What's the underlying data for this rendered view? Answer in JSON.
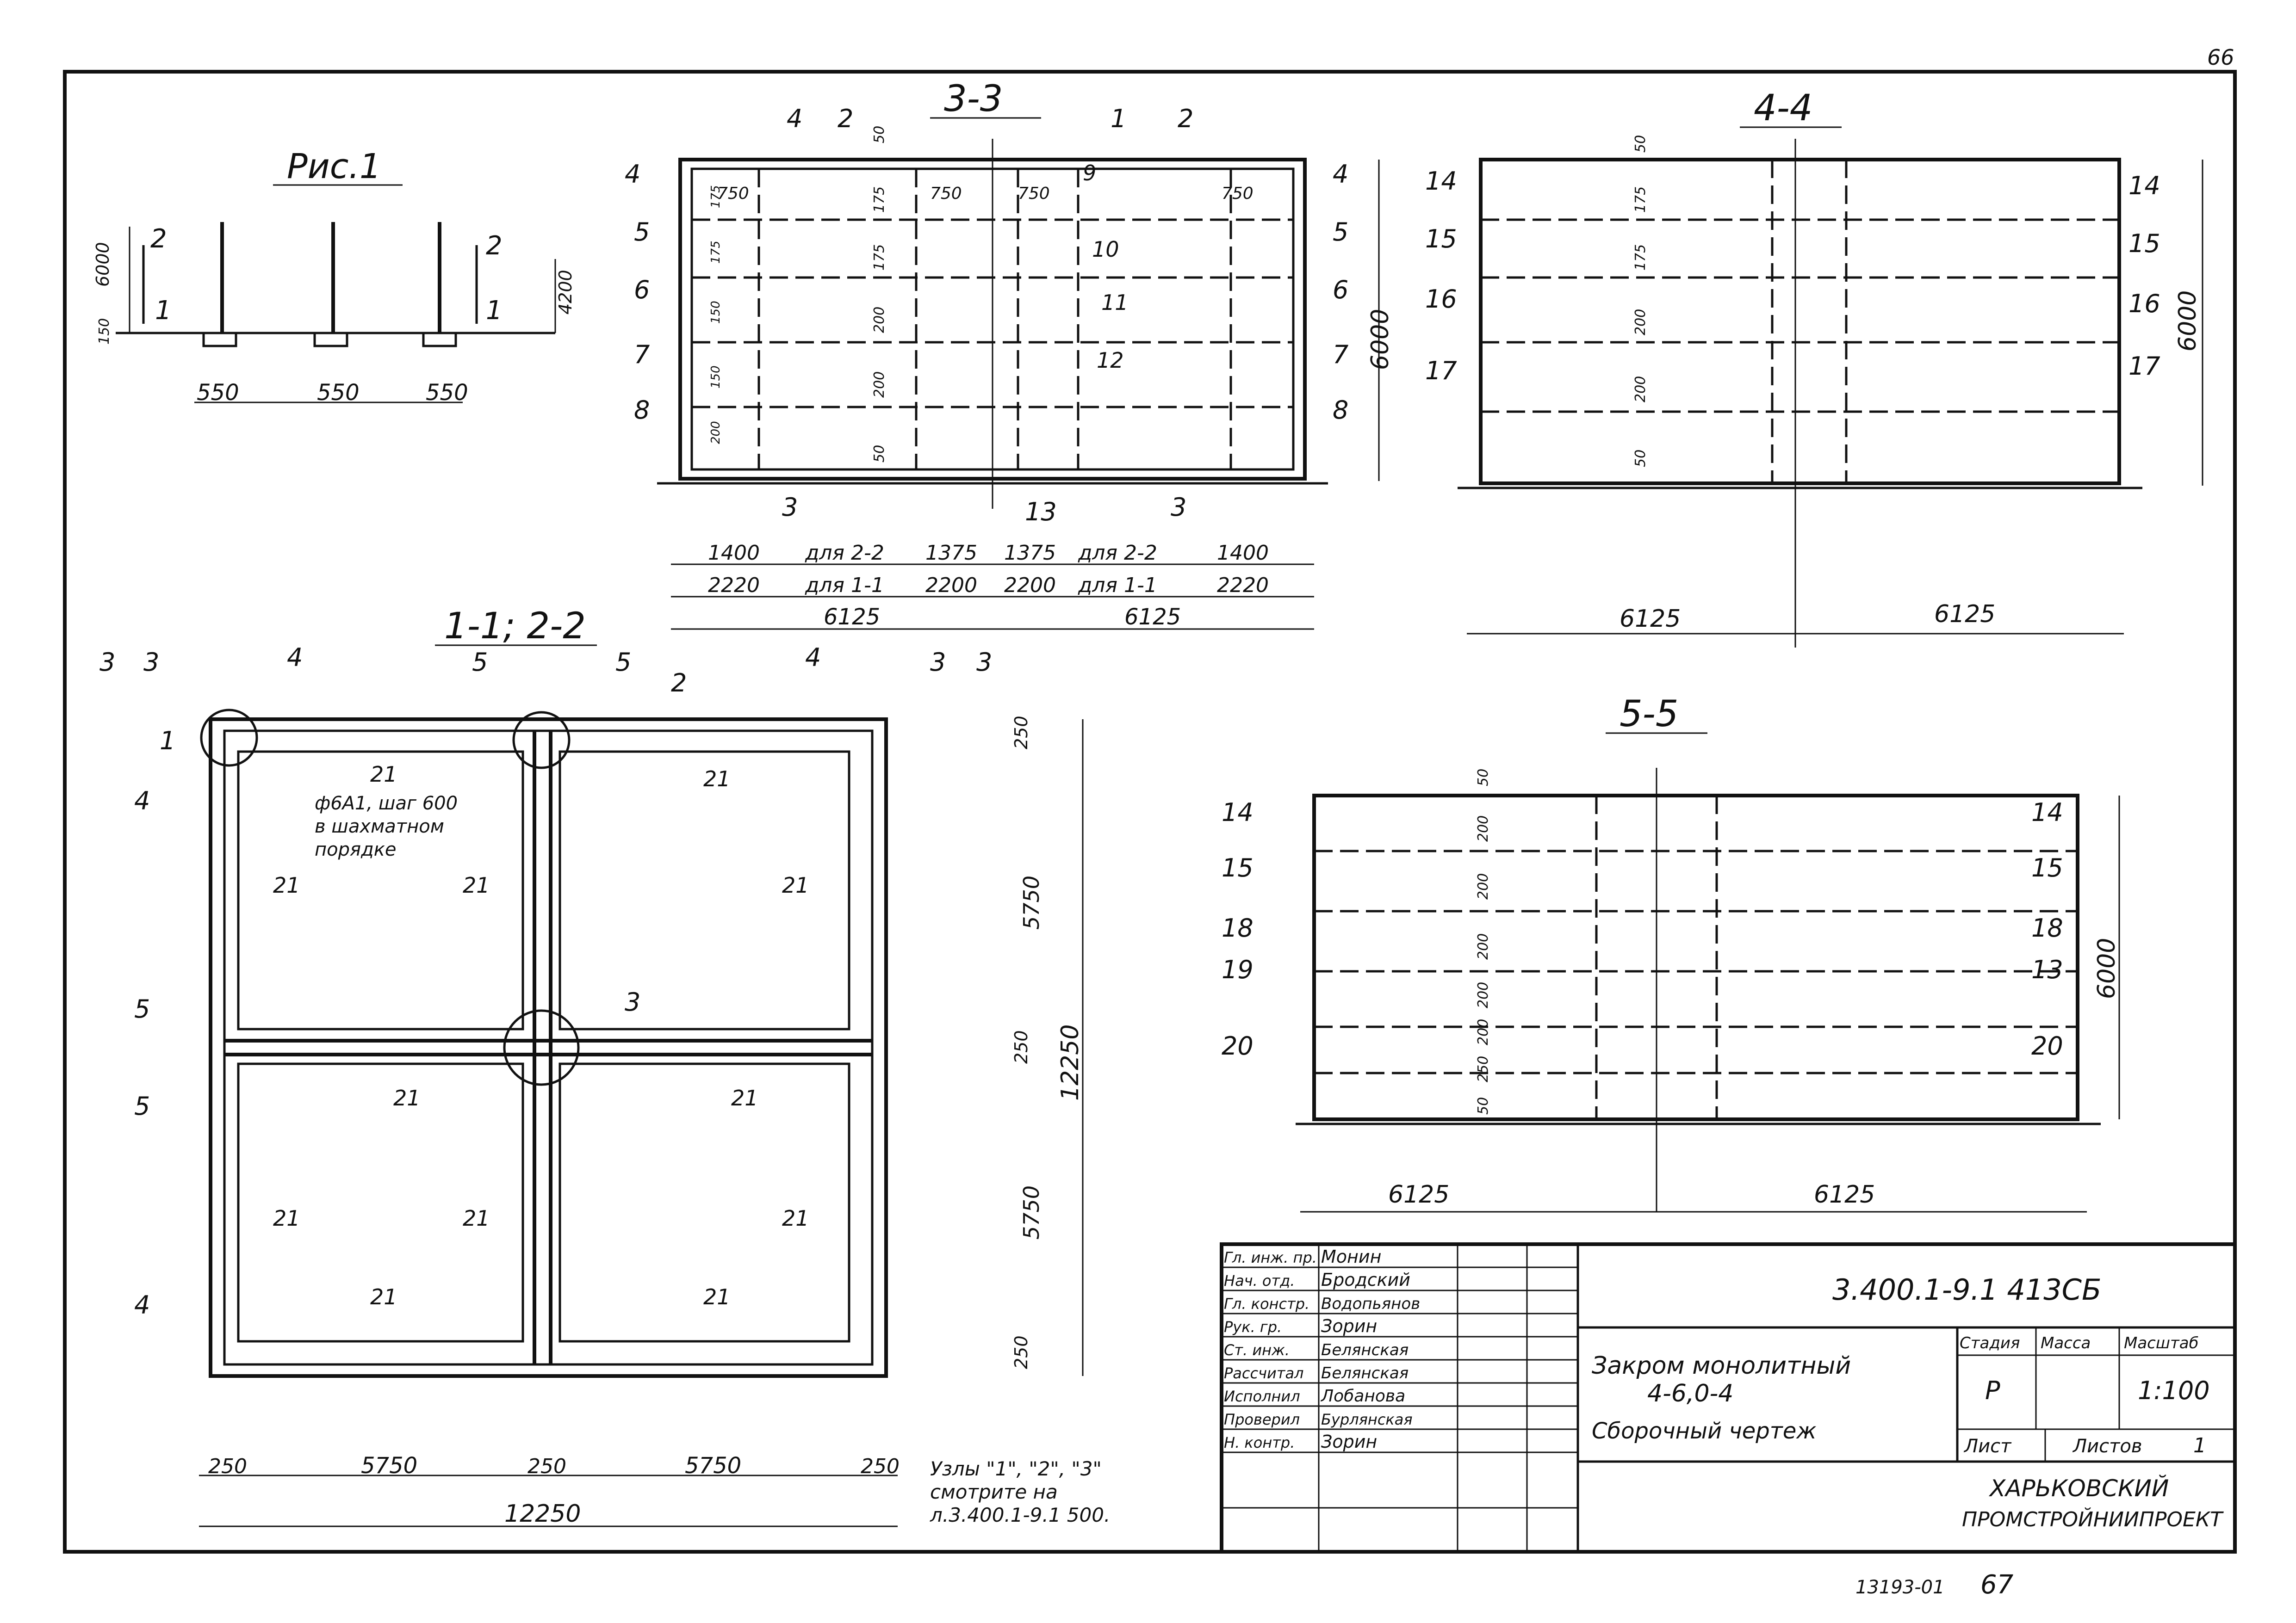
{
  "page": {
    "number_top": "66",
    "number_bottom": "67",
    "code_bottom": "13193-01"
  },
  "fig1": {
    "title": "Рис.1",
    "dims": [
      "550",
      "550",
      "550"
    ],
    "h_labels": [
      "6000",
      "4200",
      "150"
    ],
    "sections": [
      "2",
      "2",
      "1",
      "1"
    ]
  },
  "s33": {
    "title": "3-3",
    "left_marks": [
      "4",
      "5",
      "6",
      "7",
      "8"
    ],
    "right_marks": [
      "4",
      "5",
      "6",
      "7",
      "8"
    ],
    "top_marks": [
      "4",
      "2",
      "1",
      "2"
    ],
    "inner_marks": [
      "9",
      "10",
      "11",
      "12"
    ],
    "bottom_marks": [
      "3",
      "13",
      "3"
    ],
    "spacings": [
      "750",
      "750",
      "750",
      "750"
    ],
    "vert_dims": [
      "50",
      "175",
      "175",
      "200",
      "200",
      "50"
    ],
    "left_small": [
      "175",
      "175",
      "150",
      "150",
      "200"
    ],
    "overall_h": "6000",
    "row1": [
      "1400",
      "для 2-2",
      "1375",
      "1375",
      "для 2-2",
      "1400"
    ],
    "row2": [
      "2220",
      "для 1-1",
      "2200",
      "2200",
      "для 1-1",
      "2220"
    ],
    "row3": [
      "6125",
      "6125"
    ]
  },
  "s44": {
    "title": "4-4",
    "left_marks": [
      "14",
      "15",
      "16",
      "17"
    ],
    "right_marks": [
      "14",
      "15",
      "16",
      "17"
    ],
    "vert_dims": [
      "50",
      "175",
      "175",
      "200",
      "200",
      "50"
    ],
    "overall_h": "6000",
    "bottom": [
      "6125",
      "6125"
    ]
  },
  "s55": {
    "title": "5-5",
    "left_marks": [
      "14",
      "15",
      "18",
      "19",
      "20"
    ],
    "right_marks": [
      "14",
      "15",
      "18",
      "13",
      "20"
    ],
    "vert_dims": [
      "50",
      "200",
      "200",
      "200",
      "200",
      "200",
      "250",
      "50"
    ],
    "overall_h": "6000",
    "bottom": [
      "6125",
      "6125"
    ]
  },
  "plan": {
    "title": "1-1; 2-2",
    "note": [
      "ф6А1, шаг 600",
      "в шахматном",
      "порядке"
    ],
    "mark21": "21",
    "node_marks": [
      "1",
      "2",
      "3"
    ],
    "cuts": [
      "3",
      "3",
      "4",
      "5",
      "5",
      "4",
      "3",
      "3"
    ],
    "side_cuts": [
      "4",
      "5",
      "5",
      "4"
    ],
    "right_dims": [
      "250",
      "5750",
      "250",
      "5750",
      "250"
    ],
    "overall_right": "12250",
    "bottom_dims": [
      "250",
      "5750",
      "250",
      "5750",
      "250"
    ],
    "overall_bottom": "12250",
    "ref_note": [
      "Узлы \"1\", \"2\", \"3\"",
      "смотрите на",
      "л.3.400.1-9.1 500."
    ]
  },
  "title_block": {
    "roles": [
      "Гл. инж. пр.",
      "Нач. отд.",
      "Гл. констр.",
      "Рук. гр.",
      "Ст. инж.",
      "Рассчитал",
      "Исполнил",
      "Проверил",
      "Н. контр."
    ],
    "names": [
      "Монин",
      "Бродский",
      "Водопьянов",
      "Зорин",
      "Белянская",
      "Белянская",
      "Лобанова",
      "Бурлянская",
      "Зорин"
    ],
    "code": "3.400.1-9.1 413СБ",
    "desc": [
      "Закром монолитный",
      "4-6,0-4",
      "Сборочный чертеж"
    ],
    "stage_h": "Стадия",
    "mass_h": "Масса",
    "scale_h": "Масштаб",
    "stage": "Р",
    "scale": "1:100",
    "sheet": "Лист",
    "sheets": "Листов",
    "sheets_val": "1",
    "org": [
      "ХАРЬКОВСКИЙ",
      "ПРОМСТРОЙНИИПРОЕКТ"
    ]
  }
}
